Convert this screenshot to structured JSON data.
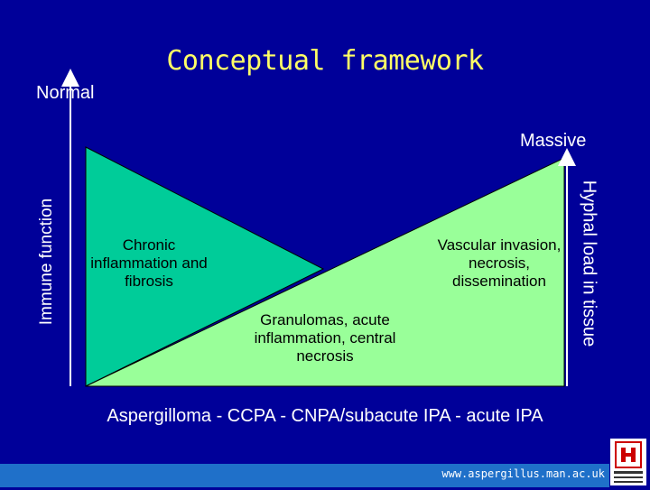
{
  "slide": {
    "title": "Conceptual framework",
    "top_left_label": "Normal",
    "top_right_label": "Massive",
    "left_axis_label": "Immune function",
    "right_axis_label": "Hyphal load in tissue",
    "regions": [
      "Chronic inflammation and fibrosis",
      "Granulomas, acute inflammation, central necrosis",
      "Vascular invasion, necrosis, dissemination"
    ],
    "spectrum": "Aspergilloma - CCPA - CNPA/subacute IPA - acute IPA",
    "footer_url": "www.aspergillus.man.ac.uk"
  },
  "colors": {
    "background": "#000099",
    "title": "#ffff66",
    "immune_fill": "#00cc99",
    "hyphal_fill": "#99ff99",
    "footer_bar": "#1f70c9"
  },
  "icons": [
    "university-logo-icon"
  ]
}
